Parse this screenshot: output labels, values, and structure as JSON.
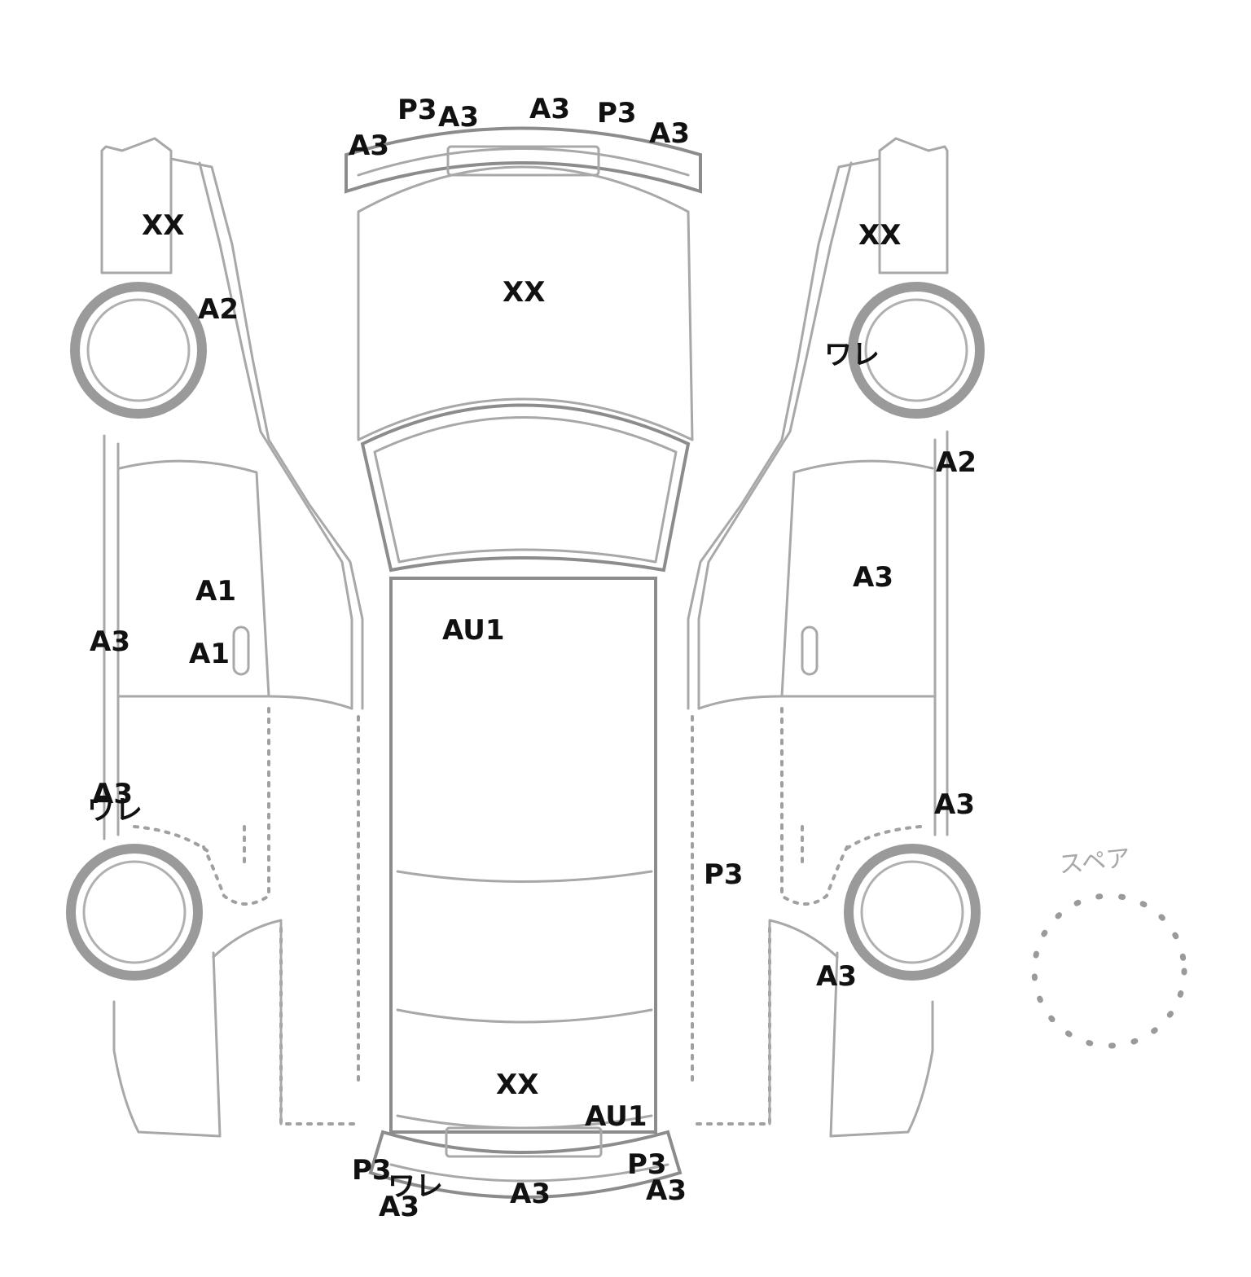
{
  "spare_label": "スペア",
  "colors": {
    "outline": "#a8a8a8",
    "mark_text": "#111111"
  },
  "marks": {
    "front_top": [
      "P3",
      "A3",
      "A3",
      "P3",
      "A3",
      "A3"
    ],
    "left_side": [
      "XX",
      "A2",
      "A1",
      "A1",
      "A3",
      "A3",
      "ワレ"
    ],
    "roof": [
      "XX",
      "AU1",
      "XX",
      "AU1"
    ],
    "right_side": [
      "XX",
      "ワレ",
      "A2",
      "A3",
      "A3",
      "P3",
      "A3"
    ],
    "rear_bottom": [
      "P3",
      "ワレ",
      "A3",
      "A3",
      "P3",
      "A3"
    ]
  }
}
